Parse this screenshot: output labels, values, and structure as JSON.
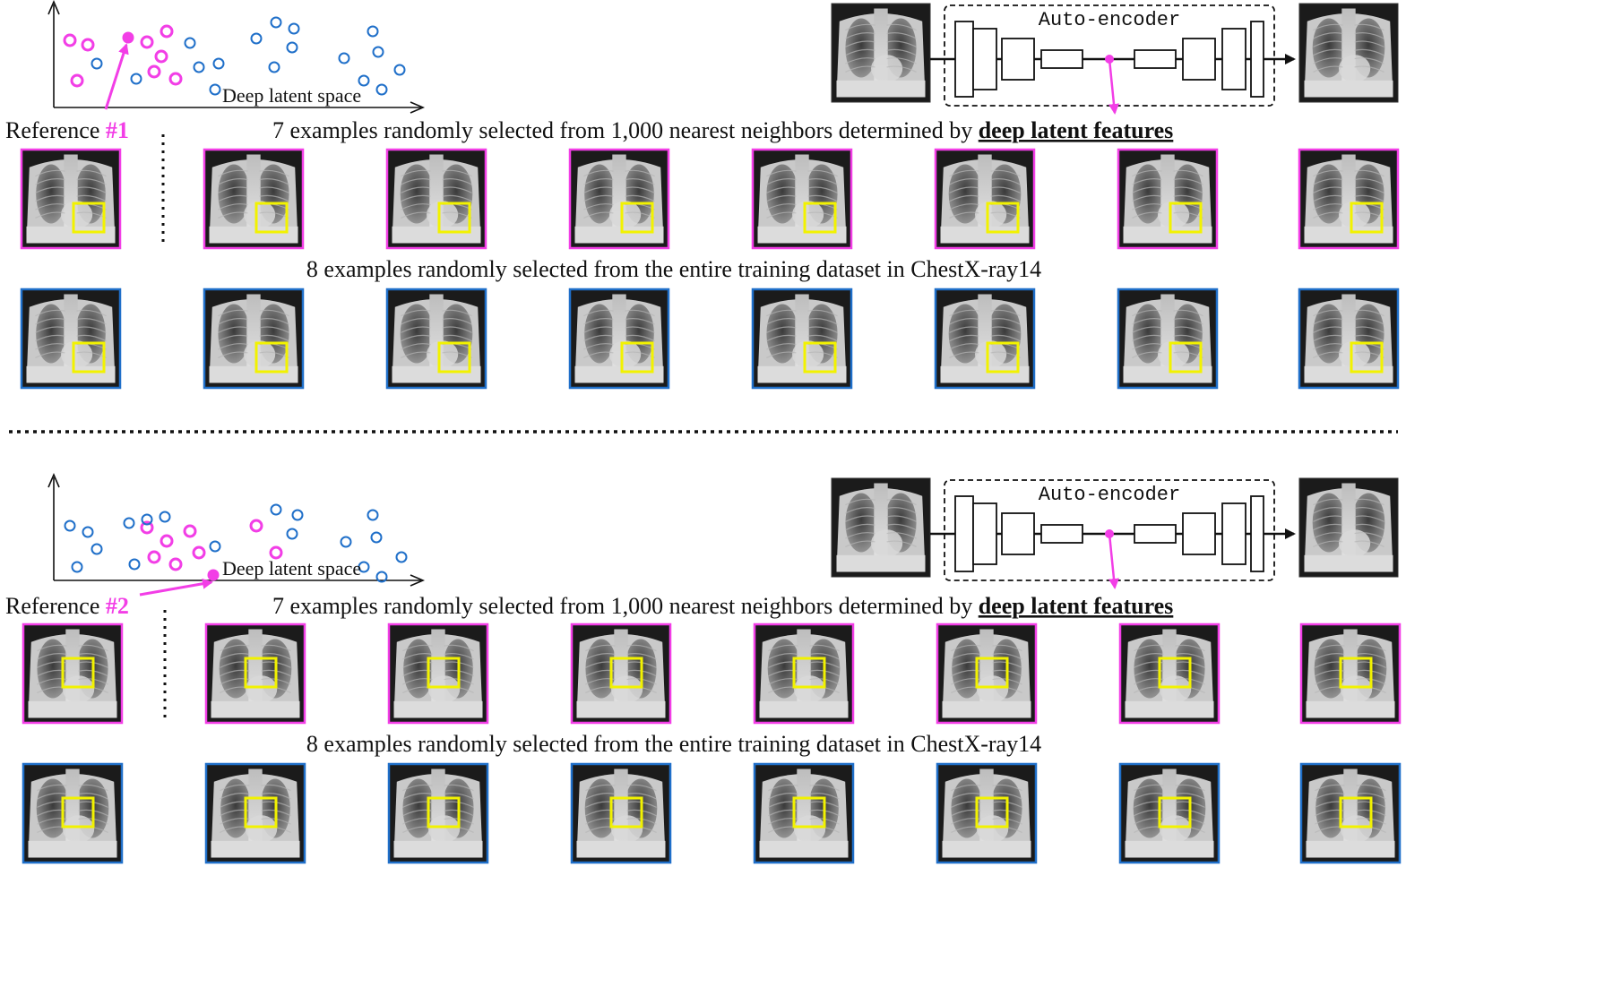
{
  "colors": {
    "magenta": "#f23ee6",
    "blue": "#1f6fc9",
    "yellow": "#f2f200",
    "black": "#111111"
  },
  "autoencoder_label": "Auto-encoder",
  "latent_space_label": "Deep latent space",
  "panels": [
    {
      "reference_prefix": "Reference ",
      "reference_number": "#1",
      "neighbors_caption_text": "7 examples randomly selected from 1,000 nearest neighbors determined by ",
      "neighbors_caption_emphasis": "deep latent features",
      "random_caption": "8 examples randomly selected from the entire training dataset in ChestX-ray14",
      "neighbor_images": 7,
      "random_images": 8
    },
    {
      "reference_prefix": "Reference ",
      "reference_number": "#2",
      "neighbors_caption_text": "7 examples randomly selected from 1,000 nearest neighbors determined by ",
      "neighbors_caption_emphasis": "deep latent features",
      "random_caption": "8 examples randomly selected from the entire training dataset in ChestX-ray14",
      "neighbor_images": 7,
      "random_images": 8
    }
  ]
}
